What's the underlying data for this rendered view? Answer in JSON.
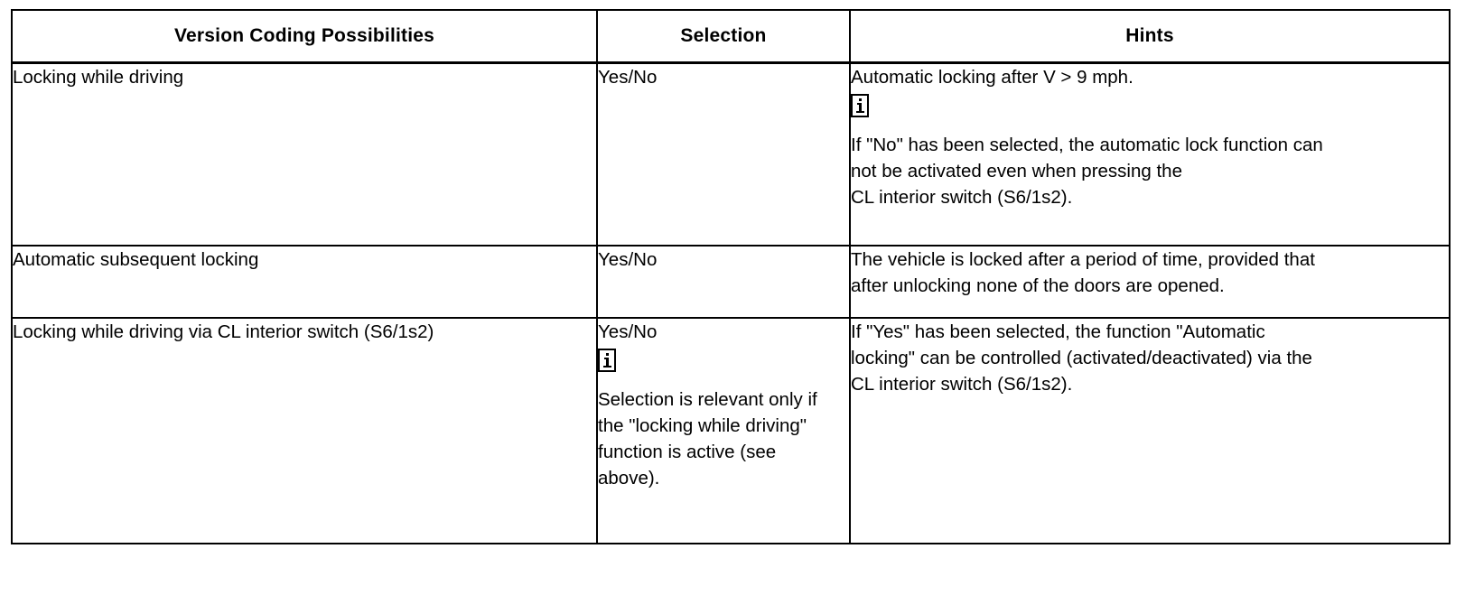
{
  "table": {
    "columns": [
      {
        "key": "possibility",
        "header": "Version Coding Possibilities"
      },
      {
        "key": "selection",
        "header": "Selection"
      },
      {
        "key": "hints",
        "header": "Hints"
      }
    ],
    "rows": [
      {
        "possibility": "Locking while driving",
        "selection": {
          "value": "Yes/No",
          "icon": null,
          "note_lines": []
        },
        "hints": {
          "intro": "Automatic locking after V > 9 mph.",
          "icon": "info-icon",
          "note_lines": [
            "If \"No\" has been selected, the automatic lock function can",
            "not be activated even when pressing the",
            "CL interior switch (S6/1s2)."
          ]
        }
      },
      {
        "possibility": "Automatic subsequent locking",
        "selection": {
          "value": "Yes/No",
          "icon": null,
          "note_lines": []
        },
        "hints": {
          "intro": null,
          "icon": null,
          "note_lines": [
            "The vehicle is locked after a period of time, provided that",
            "after unlocking none of the doors are opened."
          ]
        }
      },
      {
        "possibility": "Locking while driving via CL interior switch (S6/1s2)",
        "selection": {
          "value": "Yes/No",
          "icon": "info-icon",
          "note_lines": [
            "Selection is relevant only if",
            "the \"locking while driving\"",
            "function is active (see",
            "above)."
          ]
        },
        "hints": {
          "intro": null,
          "icon": null,
          "note_lines": [
            "If \"Yes\" has been selected, the function \"Automatic",
            "locking\" can be controlled (activated/deactivated) via the",
            "CL interior switch (S6/1s2)."
          ]
        }
      }
    ]
  },
  "style": {
    "border_color": "#000000",
    "text_color": "#000000",
    "background": "#ffffff"
  }
}
